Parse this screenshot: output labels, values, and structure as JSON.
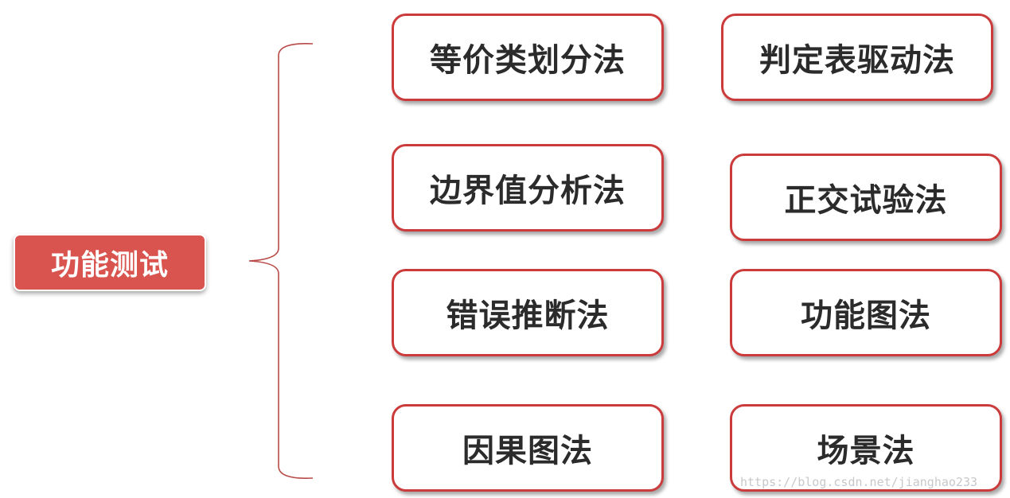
{
  "root": {
    "label": "功能测试"
  },
  "methods": [
    {
      "label": "等价类划分法"
    },
    {
      "label": "判定表驱动法"
    },
    {
      "label": "边界值分析法"
    },
    {
      "label": "正交试验法"
    },
    {
      "label": "错误推断法"
    },
    {
      "label": "功能图法"
    },
    {
      "label": "因果图法"
    },
    {
      "label": "场景法"
    }
  ],
  "watermark": "https://blog.csdn.net/jianghao233",
  "colors": {
    "root_fill": "#d9534f",
    "box_border": "#cc3b3b",
    "brace": "#b94a48",
    "text": "#2b2b2b"
  }
}
